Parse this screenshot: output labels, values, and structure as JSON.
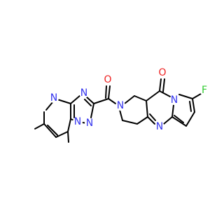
{
  "molecule": {
    "atoms": {
      "n1": {
        "symbol": "N",
        "color": "#3333ee"
      },
      "n2": {
        "symbol": "N",
        "color": "#3333ee"
      },
      "n3": {
        "symbol": "N",
        "color": "#3333ee"
      },
      "n4": {
        "symbol": "N",
        "color": "#3333ee"
      },
      "n5": {
        "symbol": "N",
        "color": "#3333ee"
      },
      "n6": {
        "symbol": "N",
        "color": "#3333ee"
      },
      "n7": {
        "symbol": "N",
        "color": "#3333ee"
      },
      "o1": {
        "symbol": "O",
        "color": "#ee2222"
      },
      "o2": {
        "symbol": "O",
        "color": "#ee2222"
      },
      "f1": {
        "symbol": "F",
        "color": "#33cc33"
      }
    }
  }
}
